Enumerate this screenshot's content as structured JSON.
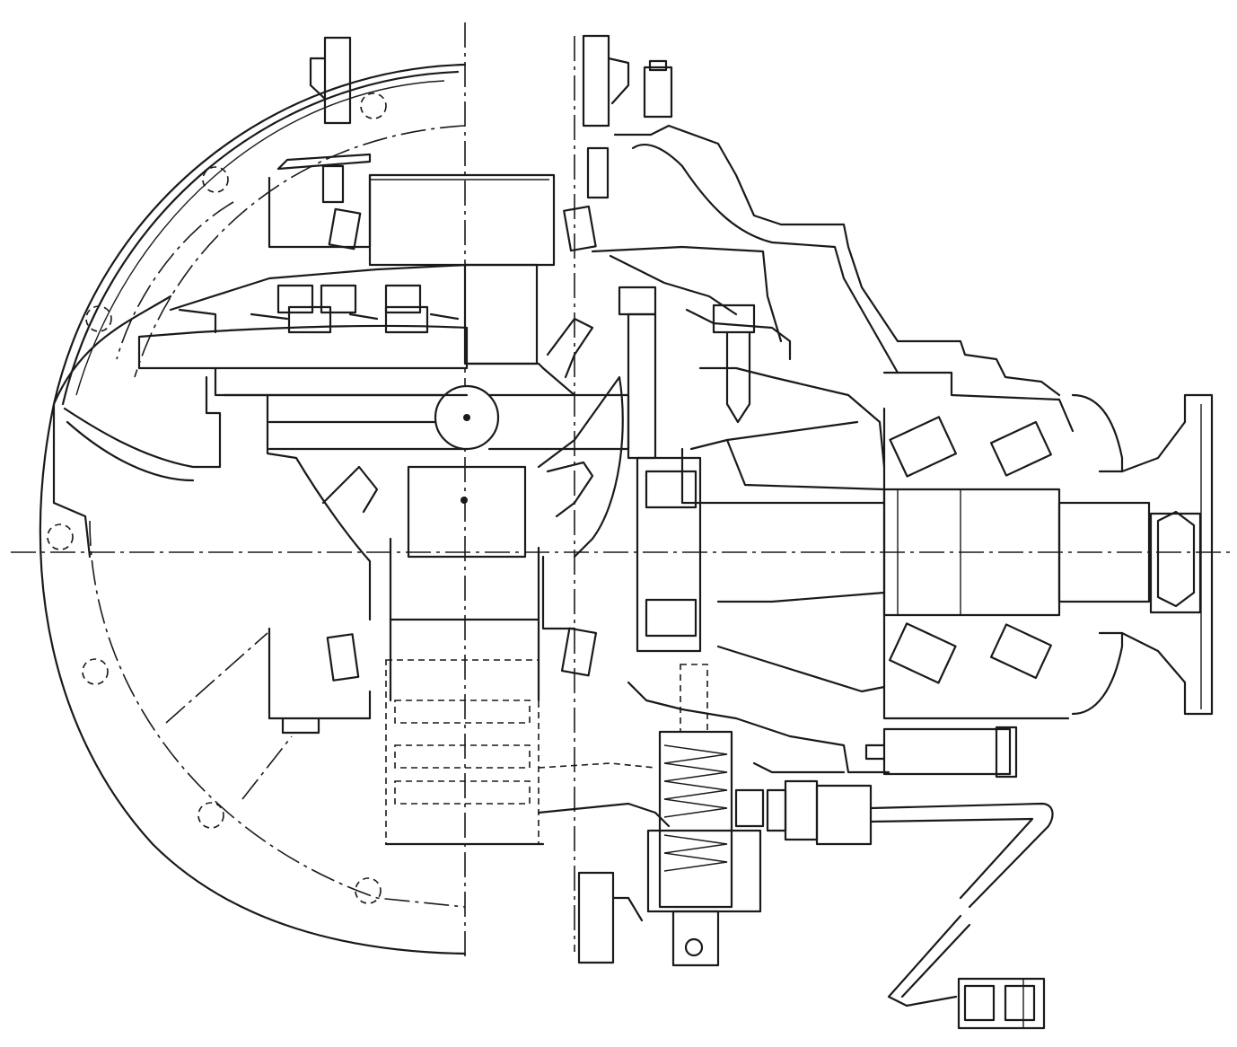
{
  "drawing": {
    "colors": {
      "ink": "#1a1a1a",
      "paper": "#ffffff"
    },
    "components": [
      "housing-flange",
      "ring-gear",
      "differential-case",
      "pinion-gear",
      "pinion-bearings",
      "companion-flange",
      "locker-actuator",
      "wire-harness",
      "connector"
    ]
  }
}
